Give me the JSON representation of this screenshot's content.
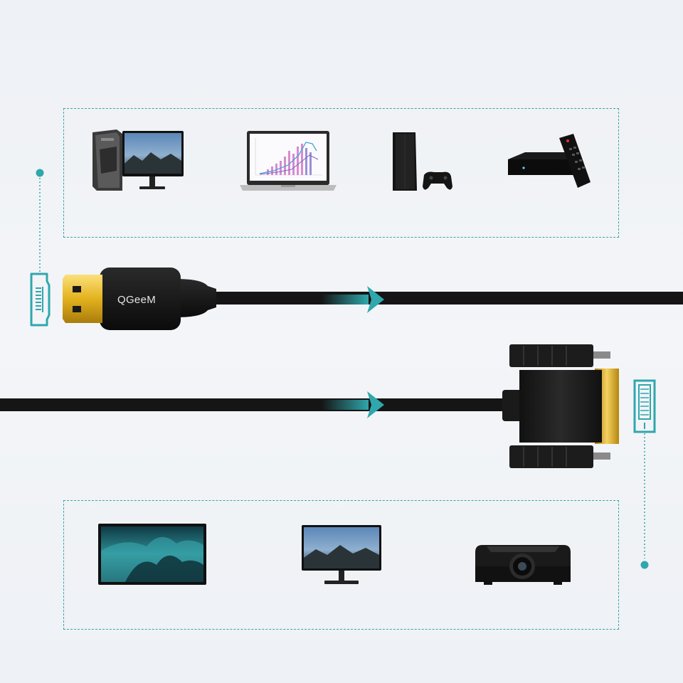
{
  "brand": {
    "logo_text": "QGeeM"
  },
  "colors": {
    "accent": "#2fa7ac",
    "cable": "#151515",
    "connector_gold": "#e0b21d",
    "background": "#f1f3f6"
  },
  "source_devices": [
    {
      "name": "desktop-pc",
      "icon": "desktop-computer-icon"
    },
    {
      "name": "laptop",
      "icon": "laptop-icon"
    },
    {
      "name": "game-console",
      "icon": "game-console-icon"
    },
    {
      "name": "tv-box",
      "icon": "tv-box-icon"
    }
  ],
  "display_devices": [
    {
      "name": "tv",
      "icon": "tv-icon"
    },
    {
      "name": "monitor",
      "icon": "monitor-icon"
    },
    {
      "name": "projector",
      "icon": "projector-icon"
    }
  ],
  "ports": {
    "input_port_icon": "hdmi-port-icon",
    "output_port_icon": "dvi-port-icon"
  },
  "cable_labels": {}
}
